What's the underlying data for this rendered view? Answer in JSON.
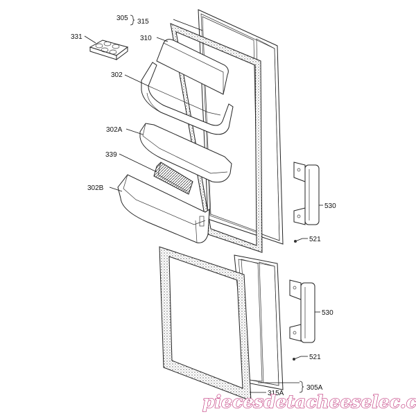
{
  "diagram": {
    "labels": {
      "l305": "305",
      "l315": "315",
      "l331": "331",
      "l310": "310",
      "l302": "302",
      "l302a": "302A",
      "l339": "339",
      "l302b": "302B",
      "l530_top": "530",
      "l521_top": "521",
      "l530_bottom": "530",
      "l521_bottom": "521",
      "l305a": "305A",
      "l315a": "315A"
    },
    "watermark": "piecesdetacheeselec.com",
    "colors": {
      "line": "#222222",
      "watermark_stroke": "#c0347a"
    }
  }
}
